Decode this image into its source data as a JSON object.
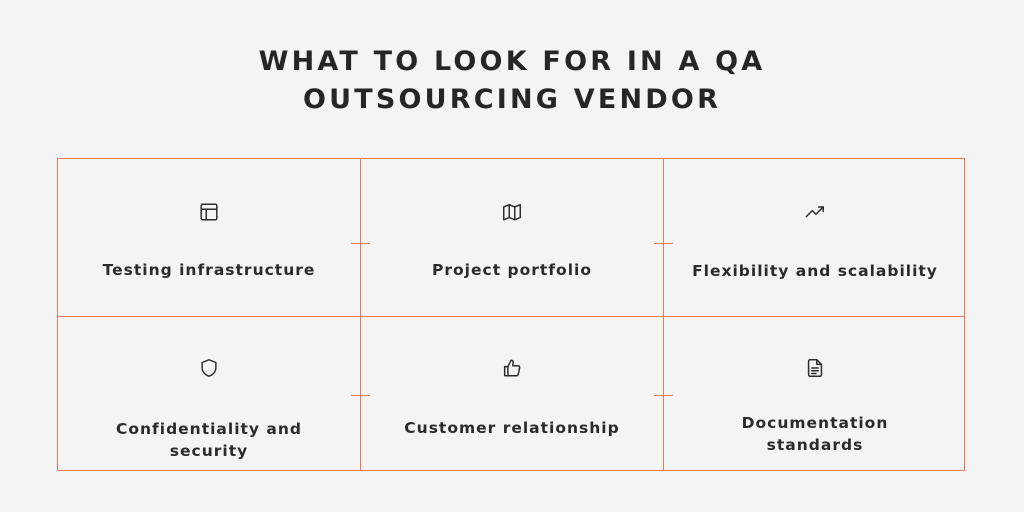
{
  "title": {
    "line1": "WHAT TO LOOK FOR IN A QA",
    "line2": "OUTSOURCING VENDOR"
  },
  "colors": {
    "accent": "#ef7a55",
    "background": "#f4f4f4",
    "text": "#2b2b2b"
  },
  "items": [
    {
      "label": "Testing infrastructure",
      "icon": "layout-icon"
    },
    {
      "label": "Project portfolio",
      "icon": "map-icon"
    },
    {
      "label": "Flexibility and scalability",
      "icon": "trending-up-icon"
    },
    {
      "label": "Confidentiality and security",
      "icon": "shield-icon"
    },
    {
      "label": "Customer relationship",
      "icon": "thumbs-up-icon"
    },
    {
      "label": "Documentation standards",
      "icon": "document-icon"
    }
  ]
}
